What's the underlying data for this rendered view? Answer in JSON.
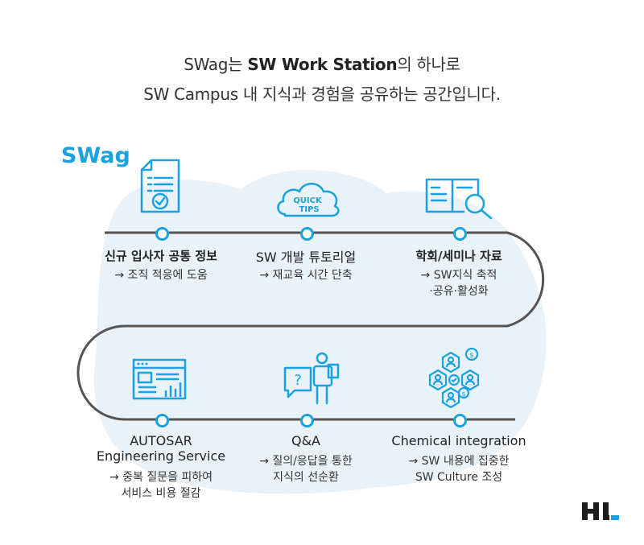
{
  "header": {
    "line1_pre": "SWag는 ",
    "line1_bold": "SW Work Station",
    "line1_post": "의 하나로",
    "line2": "SW Campus 내 지식과 경험을 공유하는 공간입니다."
  },
  "brand": "SWag",
  "icon_texts": {
    "quick": "QUICK",
    "tips": "TIPS",
    "question": "?",
    "dollar": "$"
  },
  "steps": [
    {
      "title": "신규 입사자 공통 정보",
      "desc1": "→ 조직 적응에 도움",
      "desc2": "",
      "icon": "checklist-document-icon"
    },
    {
      "title": "SW 개발 튜토리얼",
      "desc1": "→ 재교육 시간 단축",
      "desc2": "",
      "icon": "quick-tips-cloud-icon"
    },
    {
      "title": "학회/세미나 자료",
      "desc1": "→ SW지식 축적",
      "desc2": "·공유·활성화",
      "icon": "book-magnifier-icon"
    },
    {
      "title": "AUTOSAR",
      "title2": "Engineering Service",
      "desc1": "→ 중복 질문을 피하여",
      "desc2": "서비스 비용 절감",
      "icon": "web-dashboard-icon"
    },
    {
      "title": "Q&A",
      "desc1": "→ 질의/응답을 통한",
      "desc2": "지식의 선순환",
      "icon": "person-question-icon"
    },
    {
      "title": "Chemical integration",
      "desc1": "→ SW 내용에 집중한",
      "desc2": "SW Culture 조성",
      "icon": "people-network-icon"
    }
  ],
  "colors": {
    "accent": "#1aa1df",
    "road": "#555555",
    "blob": "#eaf2f9",
    "logo": "#1d1d1d",
    "logo_accent": "#1aa1df"
  },
  "logo": {
    "text": "HL"
  }
}
